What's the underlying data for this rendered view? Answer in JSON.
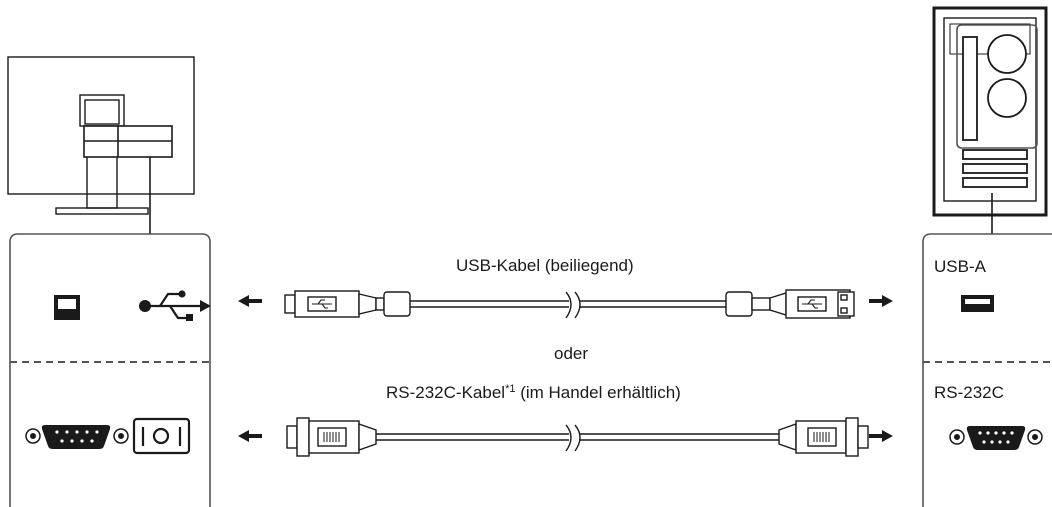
{
  "labels": {
    "usb_cable": "USB-Kabel (beiliegend)",
    "or": "oder",
    "rs232_cable_main": "RS-232C-Kabel",
    "rs232_cable_note": "*1",
    "rs232_cable_suffix": " (im Handel erhältlich)",
    "pc_usb_port": "USB-A",
    "pc_rs232_port": "RS-232C"
  },
  "icons": {
    "monitor": "monitor-icon",
    "pc_tower": "pc-tower-icon",
    "usb_b_port": "usb-b-port-icon",
    "usb_symbol": "usb-symbol-icon",
    "dsub9_port": "dsub9-port-icon",
    "switch": "switch-icon",
    "usb_a_port": "usb-a-port-icon",
    "arrow": "arrow-icon"
  },
  "colors": {
    "stroke": "#1a1a1a",
    "fill": "#ffffff",
    "panel_border": "#555555"
  }
}
